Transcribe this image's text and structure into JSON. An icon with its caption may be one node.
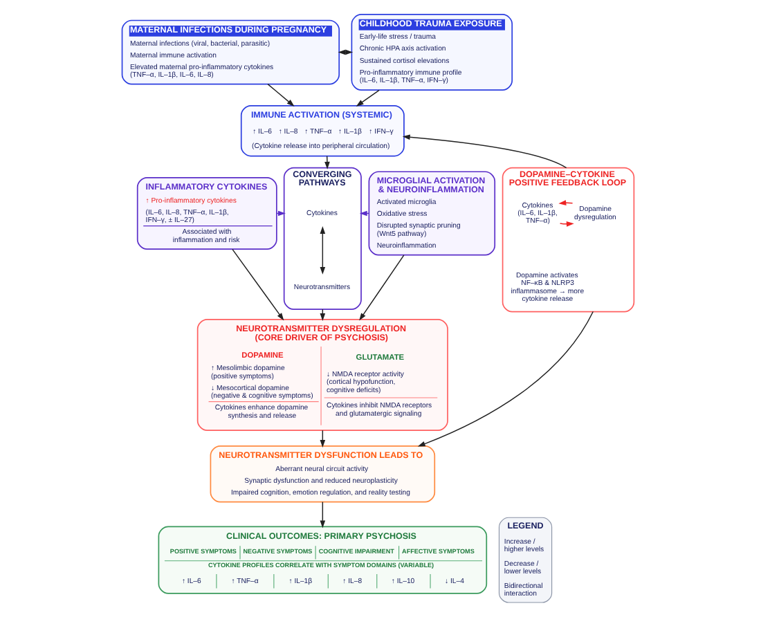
{
  "diagram": {
    "nodes": [
      {
        "text": [
          "MATERNAL INFECTIONS DURING PREGNANCY",
          "Maternal infections (viral, bacterial, parasitic)",
          "Maternal immune activation",
          "Elevated maternal pro-inflammatory cytokines (TNF–α, IL–1β, IL–6, IL–8)"
        ]
      },
      {
        "text": [
          "CHILDHOOD TRAUMA EXPOSURE",
          "Early-life stress / trauma",
          "Chronic HPA axis activation",
          "Sustained cortisol elevations",
          "Pro-inflammatory immune profile (IL–6, IL–1β, TNF–α, IFN–γ)"
        ]
      },
      {
        "text": [
          "IMMUNE ACTIVATION (SYSTEMIC)",
          "↑ IL–6",
          "↑ IL–8",
          "↑ TNF–α",
          "↑ IL–1β",
          "↑ IFN–γ",
          "(Cytokine release into peripheral circulation)"
        ]
      },
      {
        "text": [
          "INFLAMMATORY CYTOKINES",
          "↑ Pro-inflammatory cytokines",
          "(IL–6, IL–8, TNF–α, IL–1β, IFN–γ, ± IL–27)",
          "Associated with inflammation and risk"
        ]
      },
      {
        "text": [
          "CONVERGING PATHWAYS"
        ]
      },
      {
        "text": [
          "Cytokines"
        ],
        "in": 4
      },
      {
        "text": [
          "Neurotransmitters"
        ],
        "in": 4
      },
      {
        "text": [
          "MICROGLIAL ACTIVATION & NEUROINFLAMMATION",
          "Activated microglia",
          "Oxidative stress",
          "Disrupted synaptic pruning (Wnt5 pathway)",
          "Neuroinflammation"
        ]
      },
      {
        "text": [
          "DOPAMINE–CYTOKINE POSITIVE FEEDBACK LOOP",
          "Dopamine activates NF–κB & NLRP3 inflammasome → more cytokine release"
        ]
      },
      {
        "text": [
          "Cytokines (IL–6, IL–1β, TNF–α)"
        ],
        "in": 8
      },
      {
        "text": [
          "Dopamine dysregulation"
        ],
        "in": 8
      },
      {
        "text": [
          "NEUROTRANSMITTER DYSREGULATION (CORE DRIVER OF PSYCHOSIS)",
          "DOPAMINE",
          "↑ Mesolimbic dopamine (positive symptoms)",
          "↓ Mesocortical dopamine (negative & cognitive symptoms)",
          "Cytokines enhance dopamine synthesis and release",
          "GLUTAMATE",
          "↓ NMDA receptor activity (cortical hypofunction, cognitive deficits)",
          "Cytokines inhibit NMDA receptors and glutamatergic signaling"
        ]
      },
      {
        "text": [
          "NEUROTRANSMITTER DYSFUNCTION LEADS TO",
          "Aberrant neural circuit activity",
          "Synaptic dysfunction and reduced neuroplasticity",
          "Impaired cognition, emotion regulation, and reality testing"
        ]
      },
      {
        "text": [
          "CLINICAL OUTCOMES: PRIMARY PSYCHOSIS",
          "POSITIVE SYMPTOMS",
          "NEGATIVE SYMPTOMS",
          "COGNITIVE IMPAIRMENT",
          "AFFECTIVE SYMPTOMS",
          "CYTOKINE PROFILES CORRELATE WITH SYMPTOM DOMAINS (VARIABLE)",
          "↑ IL–6",
          "↑ TNF–α",
          "↑ IL–1β",
          "↑ IL–8",
          "↑ IL–10",
          "↓ IL–4"
        ]
      }
    ],
    "edges": [
      {
        "from": 0,
        "to": 1,
        "arrow": "both",
        "style": "dashed"
      },
      {
        "from": 0,
        "to": 2,
        "arrow": "to"
      },
      {
        "from": 1,
        "to": 2,
        "arrow": "to"
      },
      {
        "from": 8,
        "to": 2,
        "arrow": "to"
      },
      {
        "from": 2,
        "to": 4,
        "arrow": "to"
      },
      {
        "from": 3,
        "to": 4,
        "arrow": "to",
        "color": "#5b2fc9"
      },
      {
        "from": 7,
        "to": 4,
        "arrow": "to",
        "color": "#5b2fc9"
      },
      {
        "from": 5,
        "to": 6,
        "arrow": "both"
      },
      {
        "from": 9,
        "to": 10,
        "arrow": "to",
        "color": "#ee2424"
      },
      {
        "from": 10,
        "to": 9,
        "arrow": "to",
        "color": "#ee2424"
      },
      {
        "from": 4,
        "to": 11,
        "arrow": "to"
      },
      {
        "from": 3,
        "to": 11,
        "arrow": "to"
      },
      {
        "from": 7,
        "to": 11,
        "arrow": "to"
      },
      {
        "from": 8,
        "to": 12,
        "arrow": "to"
      },
      {
        "from": 11,
        "to": 12,
        "arrow": "to"
      },
      {
        "from": 12,
        "to": 13,
        "arrow": "to"
      }
    ],
    "labels": [
      "LEGEND"
    ],
    "legend": [
      {
        "text": "Increase / higher levels"
      },
      {
        "text": "Decrease / lower levels"
      },
      {
        "text": "Bidirectional interaction"
      }
    ]
  }
}
